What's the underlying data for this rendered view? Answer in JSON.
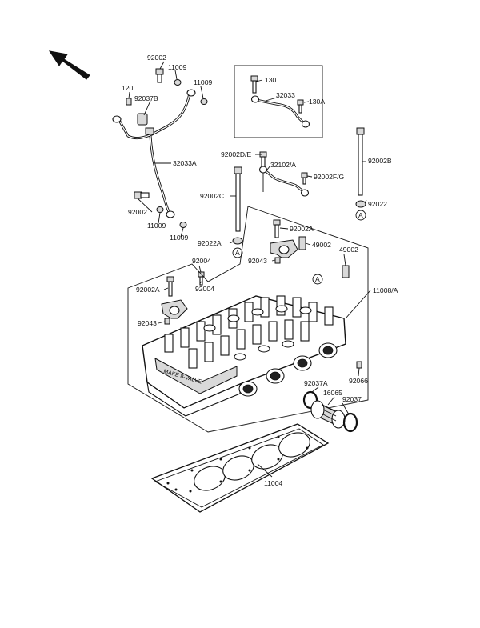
{
  "labels": {
    "p92002_top": "92002",
    "p11009_a": "11009",
    "p11009_b": "11009",
    "p120": "120",
    "p92037B": "92037B",
    "p32033A": "32033A",
    "p92002_mid": "92002",
    "p11009_c": "11009",
    "p11009_d": "11009",
    "p130": "130",
    "p32033": "32033",
    "p130A": "130A",
    "p92002DE": "92002D/E",
    "p32102A": "32102/A",
    "p92002FG": "92002F/G",
    "p92002B": "92002B",
    "p92002C": "92002C",
    "p92022": "92022",
    "p92022A": "92022A",
    "p92002A_r": "92002A",
    "p49002_a": "49002",
    "p49002_b": "49002",
    "p92043_r": "92043",
    "p92004_a": "92004",
    "p92004_b": "92004",
    "p92002A_l": "92002A",
    "p11008A": "11008/A",
    "p92043_l": "92043",
    "p92066": "92066",
    "p92037A": "92037A",
    "p16065": "16065",
    "p92037": "92037",
    "p11004": "11004",
    "ref_a1": "A",
    "ref_a2": "A",
    "ref_a3": "A"
  },
  "colors": {
    "ink": "#111111",
    "paper": "#ffffff",
    "shade": "#d9d9d9"
  },
  "icons": {
    "front_arrow": "direction-arrow-icon",
    "reference": "circle-a-icon"
  }
}
